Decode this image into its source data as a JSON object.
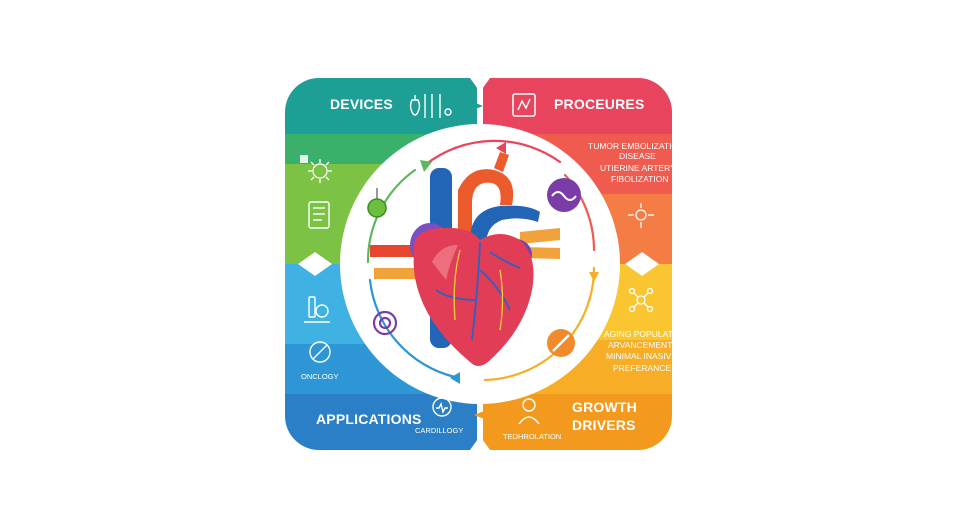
{
  "quadrants": {
    "devices": {
      "title": "DEVICES",
      "color": "#1e9f95"
    },
    "procedures": {
      "title": "PROCEURES",
      "items": [
        "TUMOR EMBOLIZATION",
        "DISEASE",
        "UTIERINE ARTERY",
        "FIBOLIZATION"
      ],
      "color": "#e8445e"
    },
    "applications": {
      "title": "APPLICATIONS",
      "oncology": "ONCLOGY",
      "cardiology": "CARDILLOGY",
      "color": "#2a7fc6"
    },
    "growth": {
      "title_line1": "GROWTH",
      "title_line2": "DRIVERS",
      "items": [
        "AGING POPULATION",
        "ARVANCEMENTS",
        "MINIMAL INASIVE",
        "PREFERANCE"
      ],
      "technology": "TEDHROLATION",
      "color": "#f39a1e"
    }
  },
  "icons": [
    "medical-tools-icon",
    "document-chart-icon",
    "virus-icon",
    "clipboard-icon",
    "microscope-icon",
    "no-cancer-icon",
    "cardiology-icon",
    "target-icon",
    "vessel-icon",
    "network-icon",
    "person-icon",
    "heart-icon"
  ]
}
